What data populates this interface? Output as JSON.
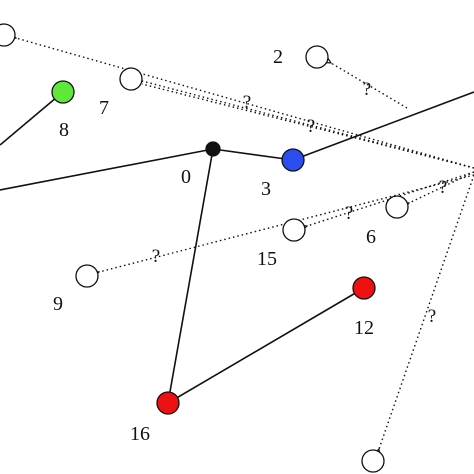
{
  "colors": {
    "edge": "#111111",
    "node_stroke": "#111111",
    "white": "#ffffff",
    "black": "#111111",
    "green": "#5fe83a",
    "blue": "#2a4df0",
    "red": "#ee1111"
  },
  "nodes": [
    {
      "id": "0",
      "label": "0",
      "fill": "black"
    },
    {
      "id": "2",
      "label": "2",
      "fill": "white"
    },
    {
      "id": "3",
      "label": "3",
      "fill": "blue"
    },
    {
      "id": "6",
      "label": "6",
      "fill": "white"
    },
    {
      "id": "7",
      "label": "7",
      "fill": "white"
    },
    {
      "id": "8",
      "label": "8",
      "fill": "green"
    },
    {
      "id": "9",
      "label": "9",
      "fill": "white"
    },
    {
      "id": "12",
      "label": "12",
      "fill": "red"
    },
    {
      "id": "15",
      "label": "15",
      "fill": "white"
    },
    {
      "id": "16",
      "label": "16",
      "fill": "red"
    },
    {
      "id": "tl",
      "label": "",
      "fill": "white"
    },
    {
      "id": "bot",
      "label": "",
      "fill": "white"
    }
  ],
  "unknown_marker": "?",
  "solid_edges": [
    {
      "from": "0",
      "to": "3"
    },
    {
      "from": "0",
      "to": "16"
    },
    {
      "from": "16",
      "to": "12"
    },
    {
      "from": "0",
      "to": "left-exit"
    },
    {
      "from": "3",
      "to": "right-exit"
    },
    {
      "from": "8",
      "to": "left-exit-2"
    }
  ],
  "dotted_edges": [
    {
      "to": "tl",
      "label": "?"
    },
    {
      "to": "7",
      "label": "?"
    },
    {
      "to": "7",
      "label": "?"
    },
    {
      "to": "2",
      "label": "?"
    },
    {
      "to": "6",
      "label": "?"
    },
    {
      "to": "15",
      "label": "?"
    },
    {
      "to": "9",
      "label": "?"
    },
    {
      "to": "bot",
      "label": "?"
    }
  ]
}
